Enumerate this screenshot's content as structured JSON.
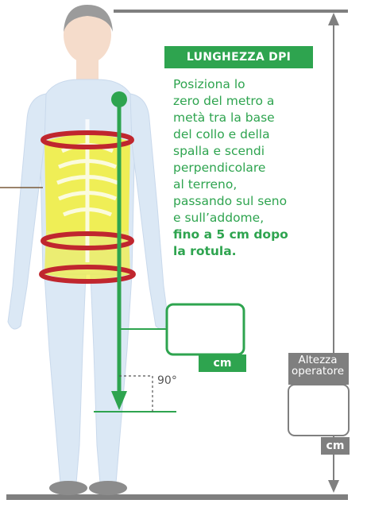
{
  "title": "LUNGHEZZA DPI",
  "instructions": {
    "lines": [
      "Posiziona lo",
      "zero del metro a",
      "metà tra la base",
      "del collo e della",
      "spalla e scendi",
      "perpendicolare",
      "al terreno,",
      "passando sul seno",
      "e sull’addome,"
    ],
    "bold_lines": [
      "fino a 5 cm dopo",
      "la rotula."
    ]
  },
  "measure_box": {
    "unit": "cm"
  },
  "angle": "90°",
  "operator_height": {
    "label_line1": "Altezza",
    "label_line2": "operatore",
    "unit": "cm"
  },
  "colors": {
    "accent_green": "#2ea44f",
    "gray": "#7f7f7f",
    "body_fill": "#dbe8f5",
    "torso_yellow": "#f2ef3a",
    "band_red": "#c0262e",
    "skin": "#f5dccb"
  }
}
